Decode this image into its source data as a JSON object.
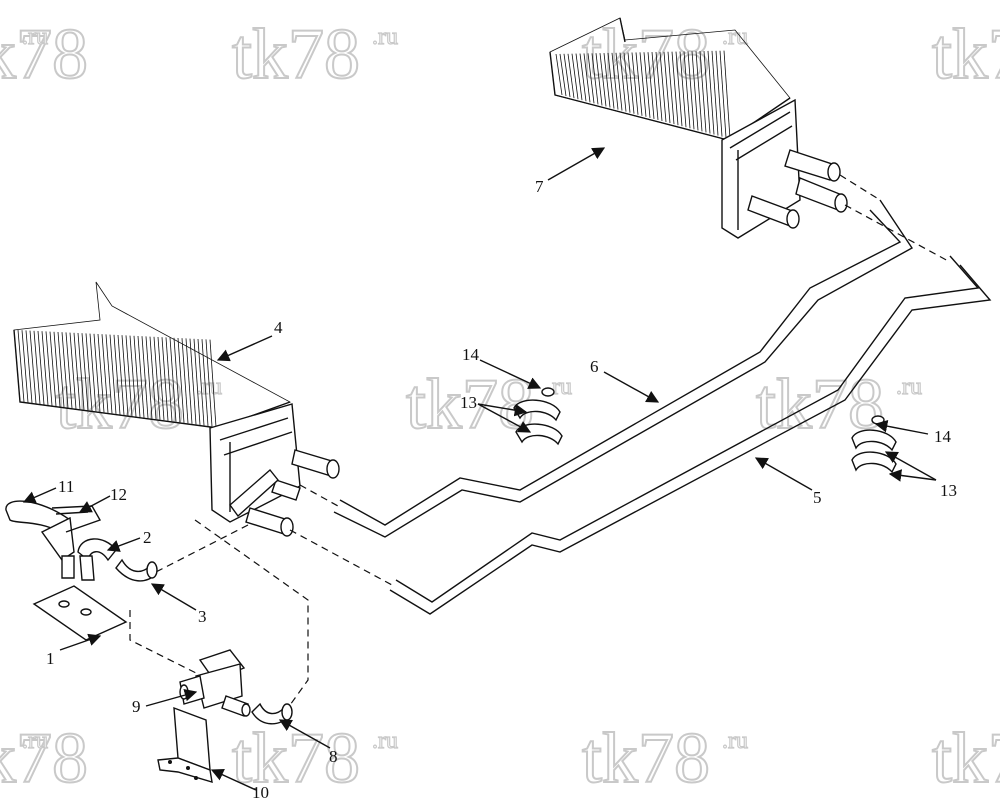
{
  "watermark": {
    "main": "tk78",
    "suffix": ".ru"
  },
  "callouts": [
    "1",
    "2",
    "3",
    "4",
    "5",
    "6",
    "7",
    "8",
    "9",
    "10",
    "11",
    "12",
    "13",
    "14"
  ],
  "colors": {
    "ink": "#111111",
    "watermark": "#c9c9c9",
    "background": "#ffffff"
  }
}
